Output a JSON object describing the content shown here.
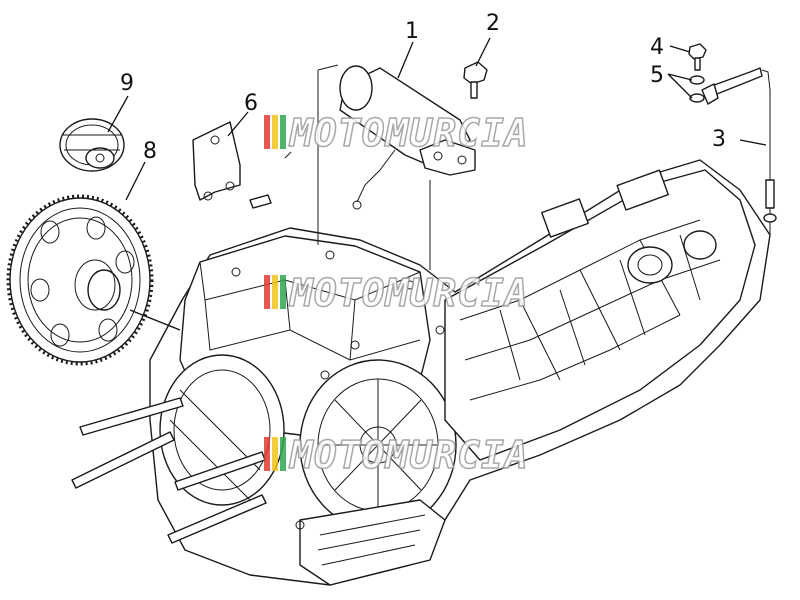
{
  "callouts": [
    {
      "id": "1",
      "label": "1"
    },
    {
      "id": "2",
      "label": "2"
    },
    {
      "id": "3",
      "label": "3"
    },
    {
      "id": "4",
      "label": "4"
    },
    {
      "id": "5",
      "label": "5"
    },
    {
      "id": "6",
      "label": "6"
    },
    {
      "id": "8",
      "label": "8"
    },
    {
      "id": "9",
      "label": "9"
    }
  ],
  "watermark": {
    "text": "MOTOMURCIA",
    "stripe_colors": [
      "#e23b2e",
      "#f0c419",
      "#2fa84f"
    ]
  }
}
